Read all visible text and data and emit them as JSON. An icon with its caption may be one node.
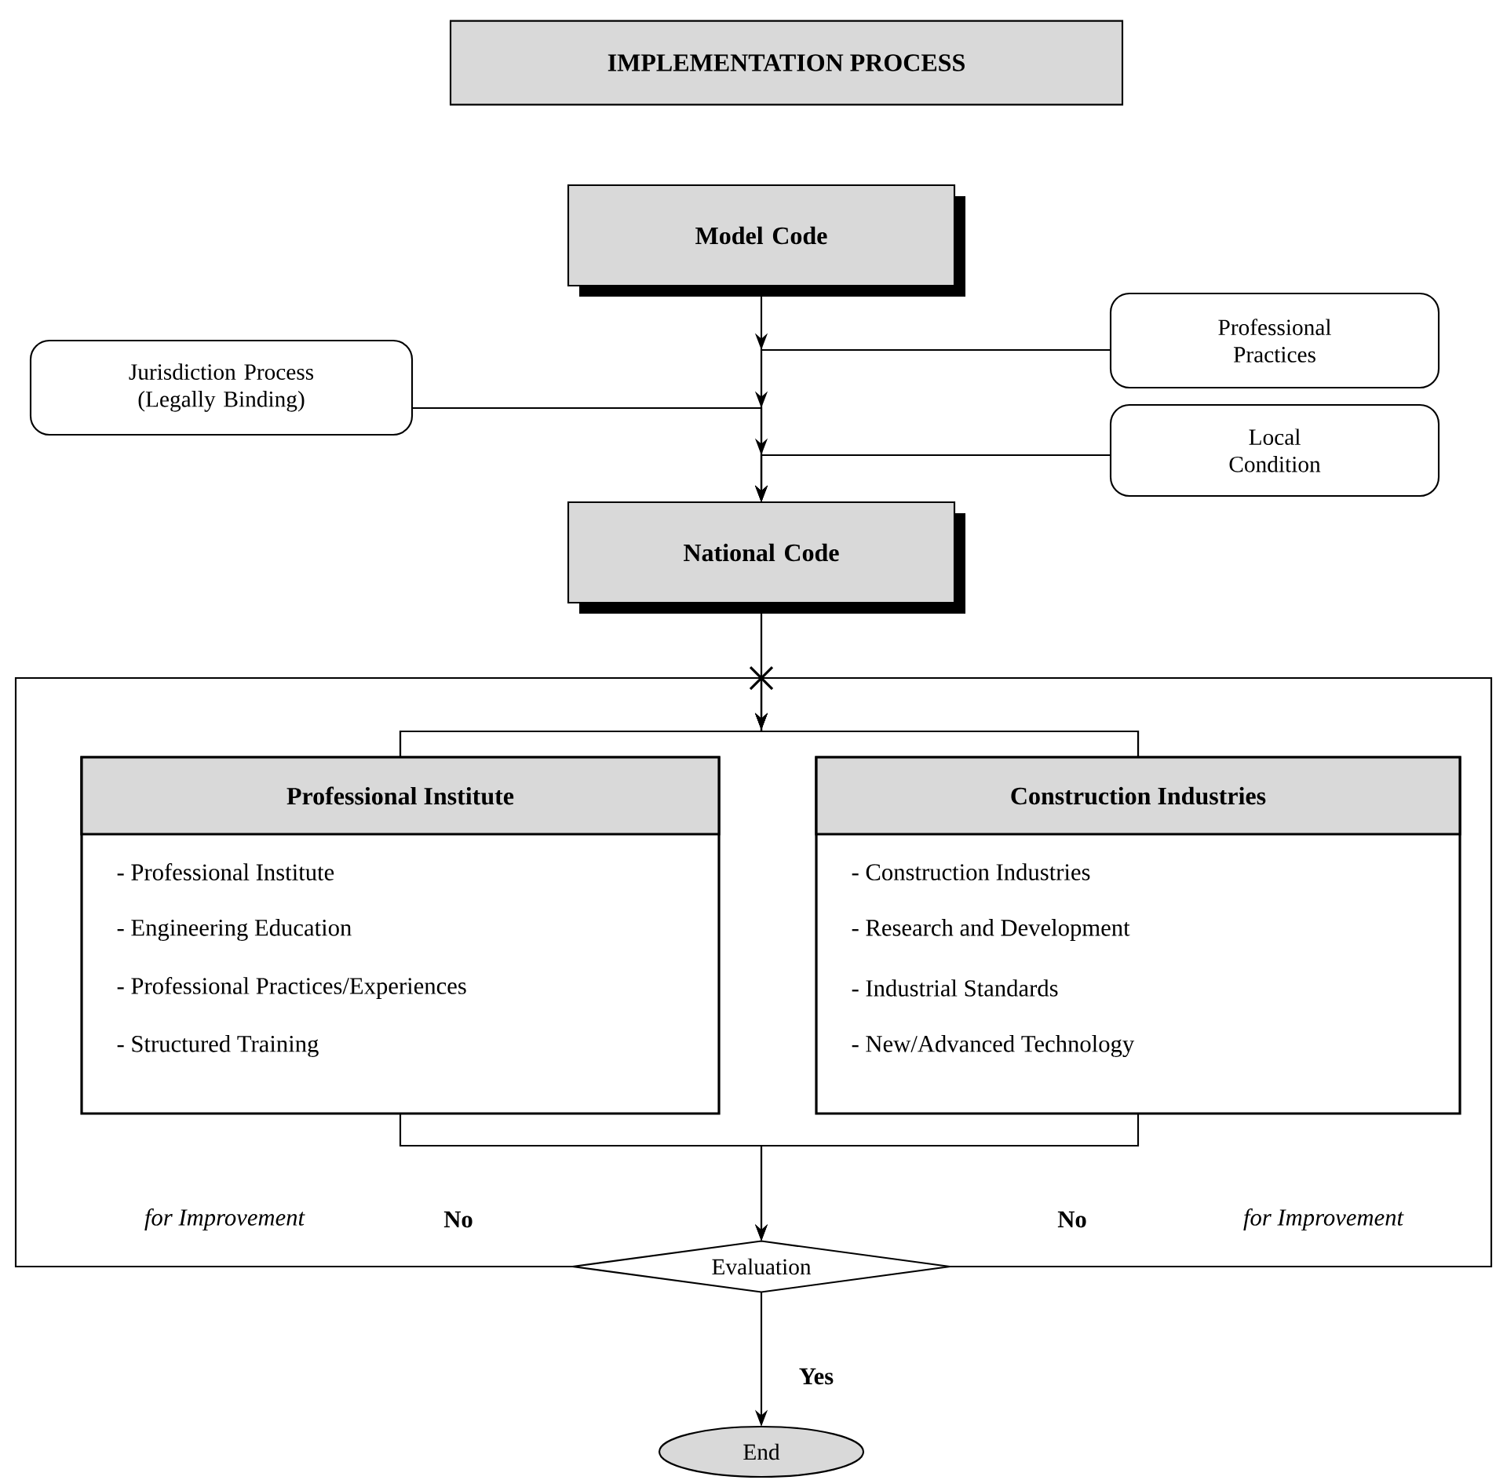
{
  "diagram": {
    "title": "IMPLEMENTATION PROCESS",
    "nodes": [
      {
        "text": [
          "Model Code"
        ]
      },
      {
        "text": [
          "Professional Practices"
        ]
      },
      {
        "text": [
          "Jurisdiction Process (Legally Binding)"
        ]
      },
      {
        "text": [
          "Local Condition"
        ]
      },
      {
        "text": [
          "National Code"
        ]
      },
      {
        "text": [
          "Professional Institute",
          "- Professional Institute",
          "- Engineering Education",
          "- Professional Practices/Experiences",
          "- Structured Training"
        ]
      },
      {
        "text": [
          "Construction Industries",
          "- Construction Industries",
          "- Research and Development",
          "- Industrial Standards",
          "- New/Advanced Technology"
        ]
      },
      {
        "text": [
          "Evaluation"
        ]
      },
      {
        "text": [
          "End"
        ]
      }
    ],
    "edges": [
      {
        "from": 0,
        "to": 4,
        "arrow": "to"
      },
      {
        "from": 1,
        "to": 4,
        "arrow": "to"
      },
      {
        "from": 2,
        "to": 4,
        "arrow": "to"
      },
      {
        "from": 3,
        "to": 4,
        "arrow": "to"
      },
      {
        "from": 4,
        "to": 5,
        "arrow": "to"
      },
      {
        "from": 4,
        "to": 6,
        "arrow": "to"
      },
      {
        "from": 5,
        "to": 7,
        "arrow": "to"
      },
      {
        "from": 6,
        "to": 7,
        "arrow": "to"
      },
      {
        "from": 7,
        "to": 8,
        "arrow": "to",
        "label": "Yes"
      },
      {
        "from": 7,
        "to": 5,
        "arrow": "to",
        "label": "No"
      },
      {
        "from": 7,
        "to": 6,
        "arrow": "to",
        "label": "No"
      }
    ],
    "labels": [
      "for Improvement",
      "for Improvement"
    ]
  }
}
